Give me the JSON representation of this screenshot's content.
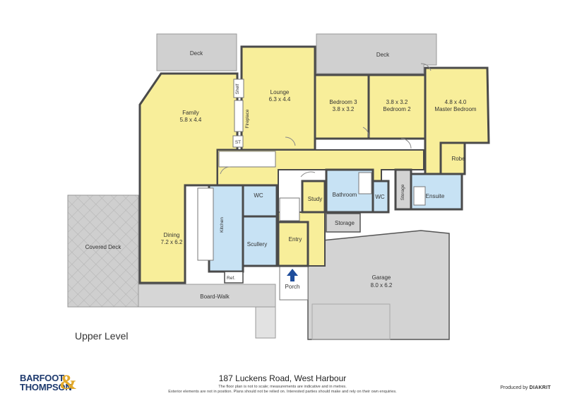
{
  "plan": {
    "rooms": {
      "deck_left": "Deck",
      "deck_right": "Deck",
      "family_name": "Family",
      "family_dim": "5.8 x 4.4",
      "lounge_name": "Lounge",
      "lounge_dim": "6.3 x 4.4",
      "shelf": "Shelf",
      "fireplace": "Fireplace",
      "st": "ST",
      "bed3_name": "Bedroom 3",
      "bed3_dim": "3.8 x 3.2",
      "bed2_dim": "3.8 x 3.2",
      "bed2_name": "Bedroom 2",
      "master_dim": "4.8 x 4.0",
      "master_name": "Master Bedroom",
      "robe": "Robe",
      "covered_deck": "Covered Deck",
      "dining_name": "Dining",
      "dining_dim": "7.2 x 6.2",
      "kitchen": "Kitchen",
      "wc_left": "WC",
      "scullery": "Scullery",
      "ref": "Ref.",
      "study": "Study",
      "bathroom": "Bathroom",
      "wc_right": "WC",
      "storage_right": "Storage",
      "ensuite": "Ensuite",
      "storage_hall": "Storage",
      "entry": "Entry",
      "porch": "Porch",
      "garage_name": "Garage",
      "garage_dim": "8.0 x 6.2",
      "boardwalk": "Board-Walk"
    },
    "level": "Upper Level"
  },
  "footer": {
    "address": "187 Luckens Road, West Harbour",
    "disclaimer_1": "The floor plan is not to scale; measurements are indicative and in metres.",
    "disclaimer_2": "Exterior elements are not in position. Plans should not be relied on. Interested parties should make and rely on their own enquiries.",
    "logo_line1": "BARFOOT",
    "logo_line2": "THOMPSON",
    "logo_amp": "&",
    "produced_by": "Produced by",
    "produced_brand": "DIAKRIT"
  },
  "colors": {
    "room_yellow": "#f8ee9a",
    "wet_blue": "#c7e2f4",
    "exterior_grey": "#d0d0d0",
    "wall": "#4a4a4a",
    "porch_arrow": "#1f4e9c",
    "brand_blue": "#1e3a6e",
    "brand_gold": "#e2a92b"
  }
}
